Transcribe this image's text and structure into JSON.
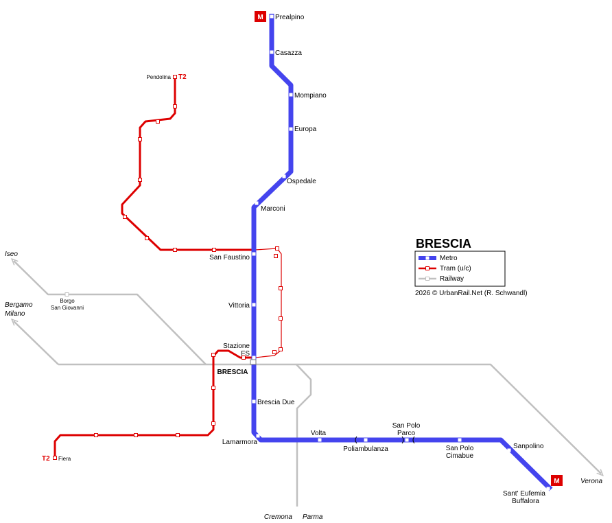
{
  "map": {
    "city_title": "BRESCIA",
    "city_center_label": "BRESCIA",
    "copyright": "2026 © UrbanRail.Net (R. Schwandl)",
    "colors": {
      "metro": "#4444ee",
      "tram": "#dd0000",
      "railway": "#c0c0c0"
    }
  },
  "legend": {
    "metro": "Metro",
    "tram": "Tram  (u/c)",
    "railway": "Railway"
  },
  "badges": {
    "metro": "M",
    "tram": "T2"
  },
  "metro_stations": {
    "prealpino": "Prealpino",
    "casazza": "Casazza",
    "mompiano": "Mompiano",
    "europa": "Europa",
    "ospedale": "Ospedale",
    "marconi": "Marconi",
    "san_faustino": "San Faustino",
    "vittoria": "Vittoria",
    "stazione_fs_1": "Stazione",
    "stazione_fs_2": "FS",
    "brescia_due": "Brescia Due",
    "lamarmora": "Lamarmora",
    "volta": "Volta",
    "poliambulanza": "Poliambulanza",
    "san_polo_parco_1": "San Polo",
    "san_polo_parco_2": "Parco",
    "san_polo_cimabue_1": "San Polo",
    "san_polo_cimabue_2": "Cimabue",
    "sanpolino": "Sanpolino",
    "santeufemia_1": "Sant' Eufemia",
    "santeufemia_2": "Buffalora"
  },
  "tram_stations": {
    "pendolina": "Pendolina",
    "fiera": "Fiera"
  },
  "rail_stations": {
    "borgo_1": "Borgo",
    "borgo_2": "San Giovanni"
  },
  "destinations": {
    "iseo": "Iseo",
    "bergamo": "Bergamo",
    "milano": "Milano",
    "cremona": "Cremona",
    "parma": "Parma",
    "verona": "Verona"
  }
}
